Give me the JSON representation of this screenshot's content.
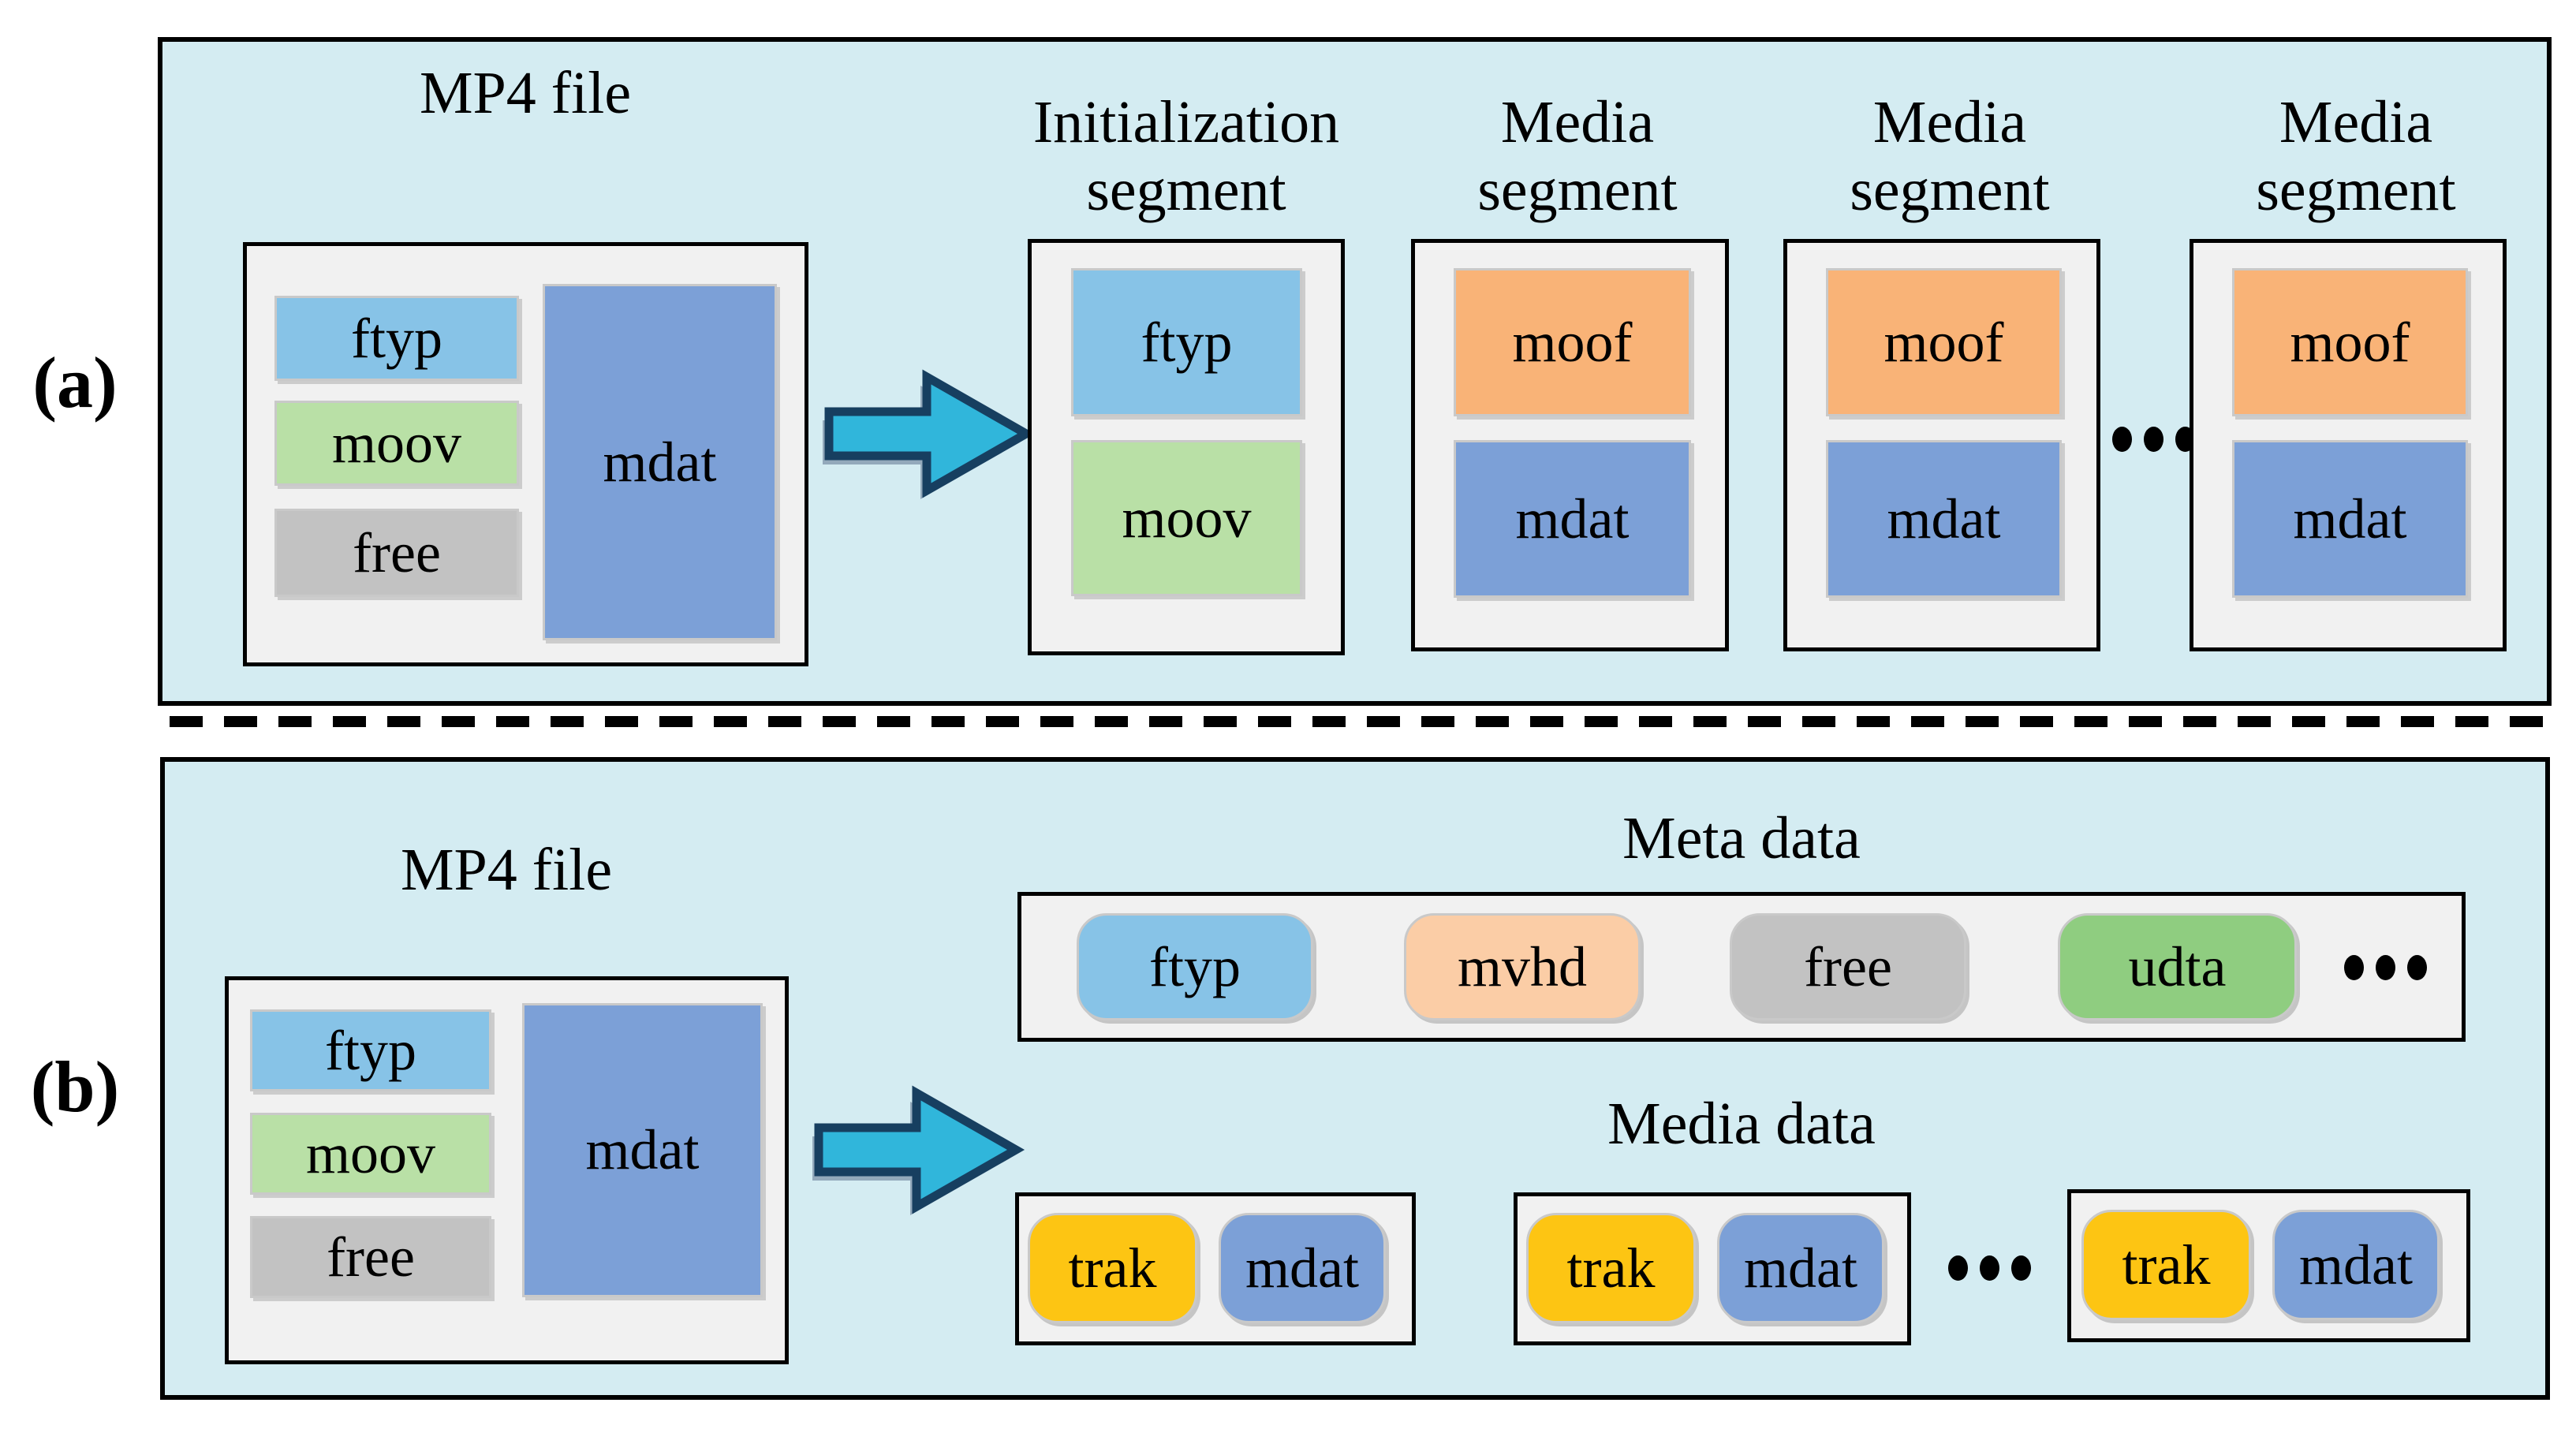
{
  "colors": {
    "panel_bg": "#d4ecf2",
    "container_bg": "#f1f1f1",
    "box_border": "#c9c9c9",
    "text": "#000000",
    "ftyp": "#87c3e7",
    "moov": "#b9e0a6",
    "free": "#c2c2c2",
    "mdat": "#7ca0d7",
    "moof": "#f9b377",
    "mvhd": "#fbcda6",
    "udta": "#8fcd80",
    "trak": "#fdc513",
    "arrow_fill": "#30b6db",
    "arrow_outline": "#173f60",
    "arrow_shadow": "#93a9bb"
  },
  "panel_a": {
    "label": "(a)",
    "source": {
      "title": "MP4 file",
      "ftyp": "ftyp",
      "moov": "moov",
      "free": "free",
      "mdat": "mdat"
    },
    "init_segment": {
      "title_line1": "Initialization",
      "title_line2": "segment",
      "ftyp": "ftyp",
      "moov": "moov"
    },
    "segments": [
      {
        "title_line1": "Media",
        "title_line2": "segment",
        "moof": "moof",
        "mdat": "mdat"
      },
      {
        "title_line1": "Media",
        "title_line2": "segment",
        "moof": "moof",
        "mdat": "mdat"
      },
      {
        "title_line1": "Media",
        "title_line2": "segment",
        "moof": "moof",
        "mdat": "mdat"
      }
    ],
    "ellipsis": "..."
  },
  "panel_b": {
    "label": "(b)",
    "source": {
      "title": "MP4 file",
      "ftyp": "ftyp",
      "moov": "moov",
      "free": "free",
      "mdat": "mdat"
    },
    "meta": {
      "title": "Meta data",
      "boxes": {
        "ftyp": "ftyp",
        "mvhd": "mvhd",
        "free": "free",
        "udta": "udta"
      },
      "ellipsis": "..."
    },
    "media": {
      "title": "Media data",
      "groups": [
        {
          "trak": "trak",
          "mdat": "mdat"
        },
        {
          "trak": "trak",
          "mdat": "mdat"
        },
        {
          "trak": "trak",
          "mdat": "mdat"
        }
      ],
      "ellipsis": "..."
    }
  }
}
